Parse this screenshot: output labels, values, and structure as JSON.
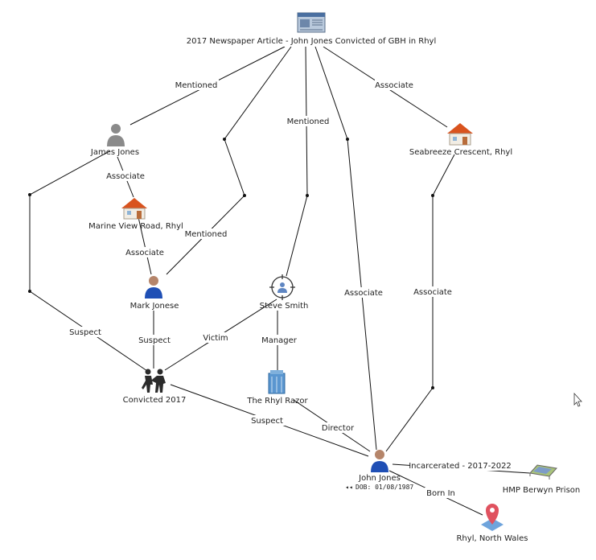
{
  "nodes": {
    "article": {
      "label": "2017 Newspaper Article - John Jones Convicted of GBH in Rhyl",
      "icon": "newspaper-icon"
    },
    "james": {
      "label": "James Jones",
      "icon": "person-icon"
    },
    "seabreeze": {
      "label": "Seabreeze Crescent, Rhyl",
      "icon": "house-icon"
    },
    "marine": {
      "label": "Marine View Road, Rhyl",
      "icon": "house-icon"
    },
    "mark": {
      "label": "Mark Jonese",
      "icon": "person-icon"
    },
    "steve": {
      "label": "Steve Smith",
      "icon": "target-person-icon"
    },
    "convicted": {
      "label": "Convicted 2017",
      "icon": "fight-icon"
    },
    "razor": {
      "label": "The Rhyl Razor",
      "icon": "office-building-icon"
    },
    "john": {
      "label": "John Jones",
      "icon": "person-icon",
      "dob": "DOB: 01/08/1987"
    },
    "prison": {
      "label": "HMP Berwyn Prison",
      "icon": "prison-icon"
    },
    "rhyl": {
      "label": "Rhyl, North Wales",
      "icon": "map-pin-icon"
    }
  },
  "edge_labels": {
    "mentioned_james": "Mentioned",
    "mentioned_steve": "Mentioned",
    "associate_seabreeze": "Associate",
    "associate_james_marine": "Associate",
    "associate_marine_mark": "Associate",
    "mentioned_mark": "Mentioned",
    "associate_article_john": "Associate",
    "associate_seabreeze_john": "Associate",
    "suspect_james": "Suspect",
    "suspect_mark": "Suspect",
    "victim_steve": "Victim",
    "manager": "Manager",
    "suspect_john": "Suspect",
    "director": "Director",
    "incarcerated": "Incarcerated - 2017-2022",
    "born_in": "Born In"
  },
  "colors": {
    "edge": "#111111",
    "person_blue": "#1f4fb5",
    "person_grey": "#8a8a8a",
    "house_roof": "#d9531e",
    "pin": "#e0525f"
  }
}
